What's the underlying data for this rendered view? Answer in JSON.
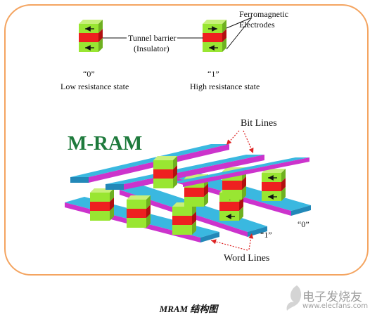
{
  "labels": {
    "ferromagnetic_line1": "Ferromagnetic",
    "ferromagnetic_line2": "Electrodes",
    "tunnel_line1": "Tunnel barrier",
    "tunnel_line2": "(Insulator)",
    "state0_value": "“0”",
    "state0_desc": "Low resistance state",
    "state1_value": "“1”",
    "state1_desc": "High resistance state",
    "mram_title": "M-RAM",
    "bit_lines": "Bit Lines",
    "word_lines": "Word Lines",
    "array_one": "“1”",
    "array_zero": "“0”"
  },
  "caption": "MRAM 结构图",
  "watermark": {
    "text": "电子发烧友",
    "sub": "www.elecfans.com"
  },
  "colors": {
    "frame_border": "#f4a460",
    "ferromagnet": "#99e632",
    "barrier": "#ee2020",
    "bit_line_top": "#cc33cc",
    "word_line_top": "#3ab8e0",
    "mram_title": "#1e7a3c",
    "callout_arrow": "#dd2222"
  }
}
